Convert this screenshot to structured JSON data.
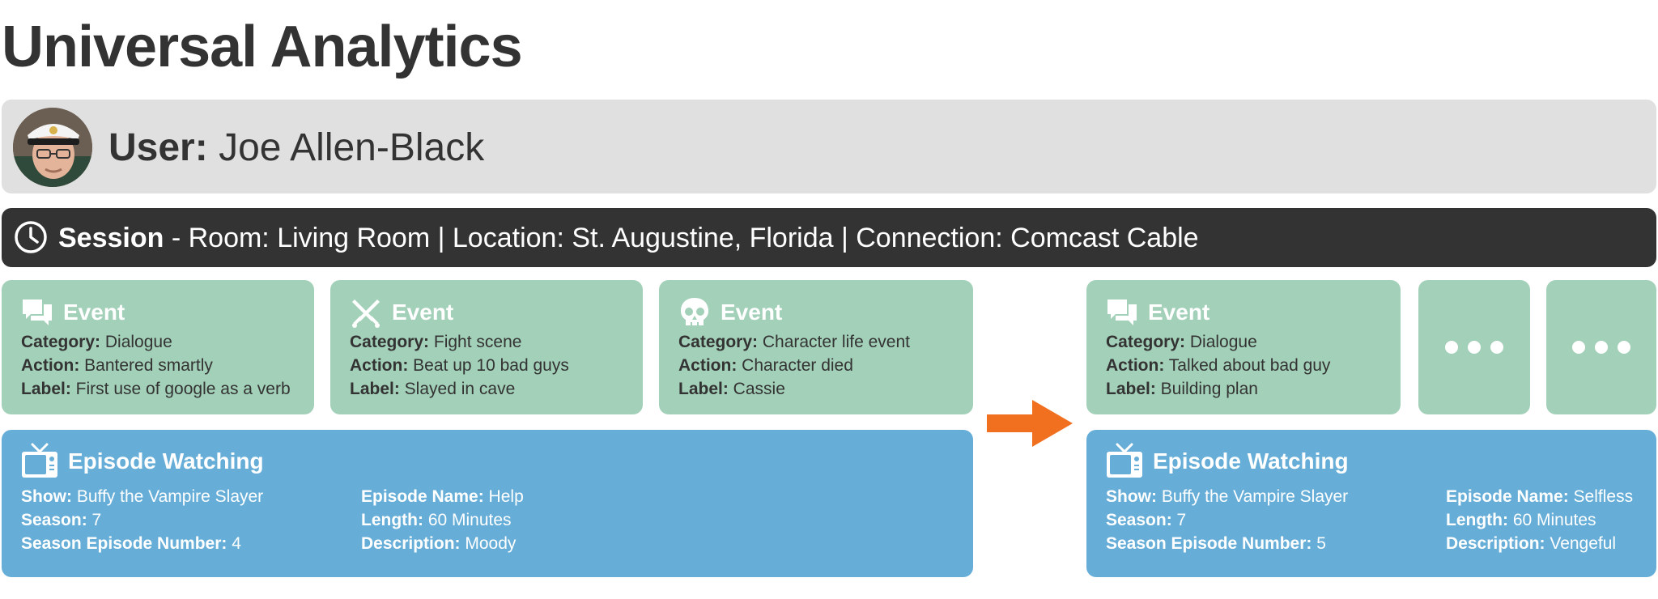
{
  "title": "Universal Analytics",
  "user": {
    "label": "User:",
    "name": "Joe Allen-Black"
  },
  "session": {
    "label": "Session",
    "details": " - Room: Living Room | Location: St. Augustine, Florida | Connection: Comcast Cable"
  },
  "events": [
    {
      "title": "Event",
      "icon": "speech-bubbles-icon",
      "fields": [
        {
          "key": "Category:",
          "value": " Dialogue"
        },
        {
          "key": "Action:",
          "value": " Bantered smartly"
        },
        {
          "key": "Label:",
          "value": " First use of google as a verb"
        }
      ]
    },
    {
      "title": "Event",
      "icon": "crossed-swords-icon",
      "fields": [
        {
          "key": "Category:",
          "value": " Fight scene"
        },
        {
          "key": "Action:",
          "value": " Beat up 10 bad guys"
        },
        {
          "key": "Label:",
          "value": " Slayed in cave"
        }
      ]
    },
    {
      "title": "Event",
      "icon": "skull-icon",
      "fields": [
        {
          "key": "Category:",
          "value": " Character life event"
        },
        {
          "key": "Action:",
          "value": " Character died"
        },
        {
          "key": "Label:",
          "value": " Cassie"
        }
      ]
    },
    {
      "title": "Event",
      "icon": "speech-bubbles-icon",
      "fields": [
        {
          "key": "Category:",
          "value": " Dialogue"
        },
        {
          "key": "Action:",
          "value": " Talked about bad guy"
        },
        {
          "key": "Label:",
          "value": " Building plan"
        }
      ]
    }
  ],
  "episodes": [
    {
      "title": "Episode Watching",
      "icon": "tv-icon",
      "left": [
        {
          "key": "Show:",
          "value": " Buffy the Vampire Slayer"
        },
        {
          "key": "Season:",
          "value": " 7"
        },
        {
          "key": "Season Episode Number:",
          "value": " 4"
        }
      ],
      "right": [
        {
          "key": "Episode Name:",
          "value": " Help"
        },
        {
          "key": "Length:",
          "value": " 60 Minutes"
        },
        {
          "key": "Description:",
          "value": " Moody"
        }
      ]
    },
    {
      "title": "Episode Watching",
      "icon": "tv-icon",
      "left": [
        {
          "key": "Show:",
          "value": " Buffy the Vampire Slayer"
        },
        {
          "key": "Season:",
          "value": " 7"
        },
        {
          "key": "Season Episode Number:",
          "value": " 5"
        }
      ],
      "right": [
        {
          "key": "Episode Name:",
          "value": " Selfless"
        },
        {
          "key": "Length:",
          "value": " 60 Minutes"
        },
        {
          "key": "Description:",
          "value": " Vengeful"
        }
      ]
    }
  ],
  "colors": {
    "event_card": "#a3d0b8",
    "episode_card": "#66aed8",
    "session_bar": "#333333",
    "user_bar": "#e0e0e0",
    "arrow": "#f07020"
  }
}
